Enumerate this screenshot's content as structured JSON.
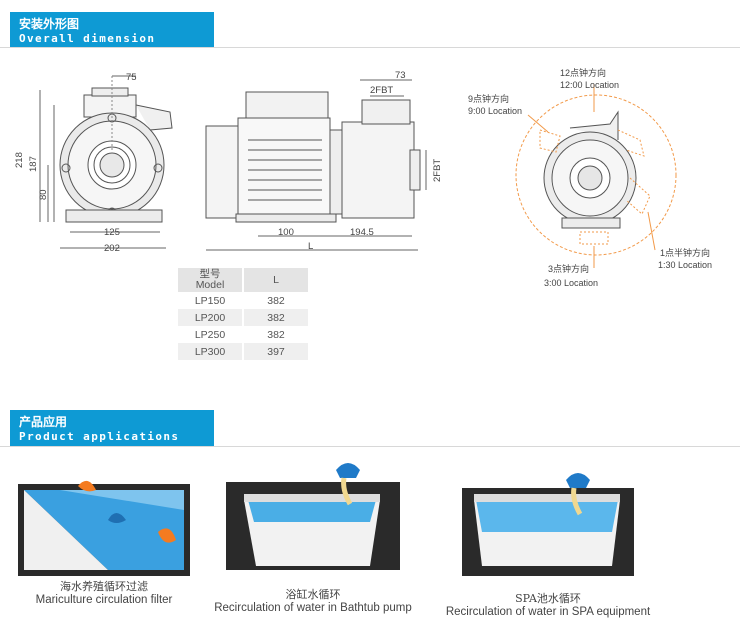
{
  "sections": {
    "dimension": {
      "title_cn": "安装外形图",
      "title_en": "Overall dimension"
    },
    "applications": {
      "title_cn": "产品应用",
      "title_en": "Product applications"
    }
  },
  "dimensions": {
    "d75": "75",
    "d218": "218",
    "d187": "187",
    "d80": "80",
    "d125": "125",
    "d202": "202",
    "d73": "73",
    "d2fbt_top": "2FBT",
    "d2fbt_side": "2FBT",
    "d100": "100",
    "d194": "194.5",
    "dL": "L"
  },
  "locations": {
    "twelve_cn": "12点钟方向",
    "twelve_en": "12:00 Location",
    "nine_cn": "9点钟方向",
    "nine_en": "9:00 Location",
    "three_cn": "3点钟方向",
    "three_en": "3:00 Location",
    "one_cn": "1点半钟方向",
    "one_en": "1:30 Location"
  },
  "model_table": {
    "header_cn": "型号",
    "header_en": "Model",
    "header_l": "L",
    "rows": [
      {
        "model": "LP150",
        "l": "382"
      },
      {
        "model": "LP200",
        "l": "382"
      },
      {
        "model": "LP250",
        "l": "382"
      },
      {
        "model": "LP300",
        "l": "397"
      }
    ]
  },
  "applications": [
    {
      "cn": "海水养殖循环过滤",
      "en": "Mariculture circulation filter"
    },
    {
      "cn": "浴缸水循环",
      "en": "Recirculation of water in Bathtub pump"
    },
    {
      "cn": "SPA池水循环",
      "en": "Recirculation of water in SPA equipment"
    }
  ],
  "colors": {
    "banner": "#0e9ad4",
    "accent_orange": "#f29a4a",
    "water": "#3aa0e0"
  }
}
